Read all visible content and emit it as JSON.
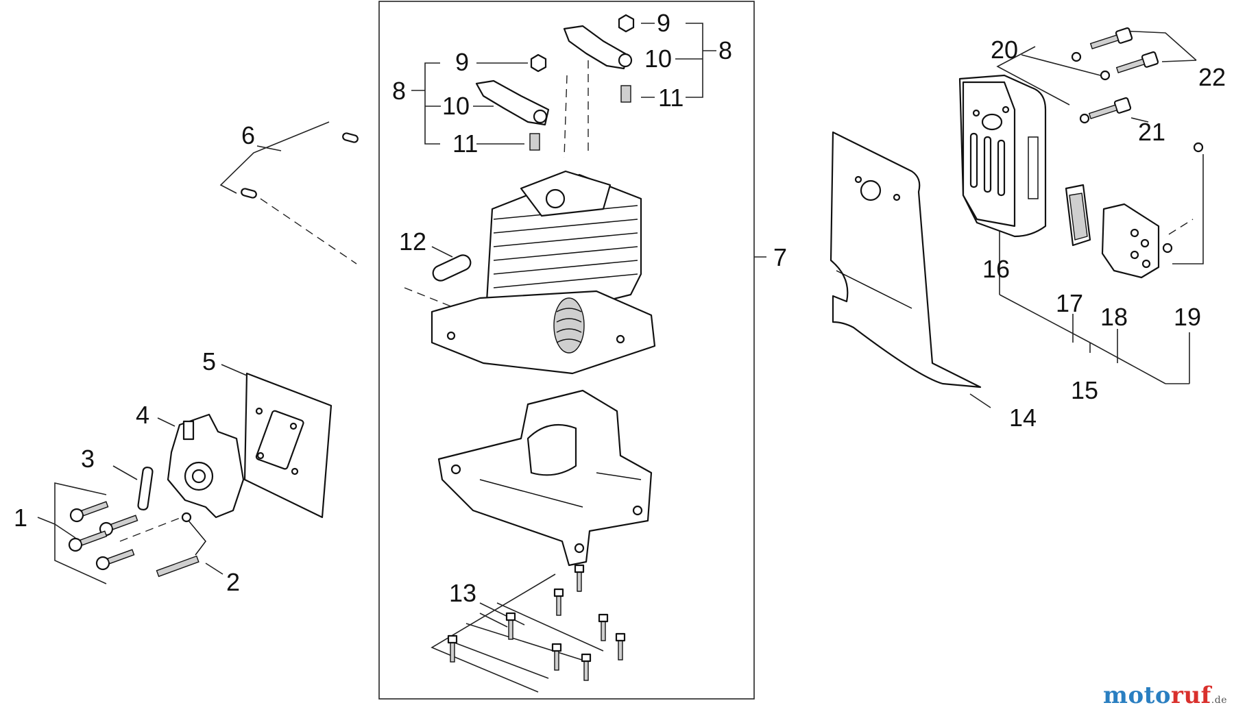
{
  "diagram": {
    "callouts": [
      {
        "id": "c1",
        "text": "1"
      },
      {
        "id": "c2",
        "text": "2"
      },
      {
        "id": "c3",
        "text": "3"
      },
      {
        "id": "c4",
        "text": "4"
      },
      {
        "id": "c5",
        "text": "5"
      },
      {
        "id": "c6",
        "text": "6"
      },
      {
        "id": "c7",
        "text": "7"
      },
      {
        "id": "c8a",
        "text": "8"
      },
      {
        "id": "c8b",
        "text": "8"
      },
      {
        "id": "c9a",
        "text": "9"
      },
      {
        "id": "c9b",
        "text": "9"
      },
      {
        "id": "c10a",
        "text": "10"
      },
      {
        "id": "c10b",
        "text": "10"
      },
      {
        "id": "c11a",
        "text": "11"
      },
      {
        "id": "c11b",
        "text": "11"
      },
      {
        "id": "c12",
        "text": "12"
      },
      {
        "id": "c13",
        "text": "13"
      },
      {
        "id": "c14",
        "text": "14"
      },
      {
        "id": "c15",
        "text": "15"
      },
      {
        "id": "c16",
        "text": "16"
      },
      {
        "id": "c17",
        "text": "17"
      },
      {
        "id": "c18",
        "text": "18"
      },
      {
        "id": "c19",
        "text": "19"
      },
      {
        "id": "c20",
        "text": "20"
      },
      {
        "id": "c21",
        "text": "21"
      },
      {
        "id": "c22",
        "text": "22"
      }
    ]
  },
  "watermark": {
    "part1": "moto",
    "part2": "ruf",
    "suffix": ".de"
  }
}
